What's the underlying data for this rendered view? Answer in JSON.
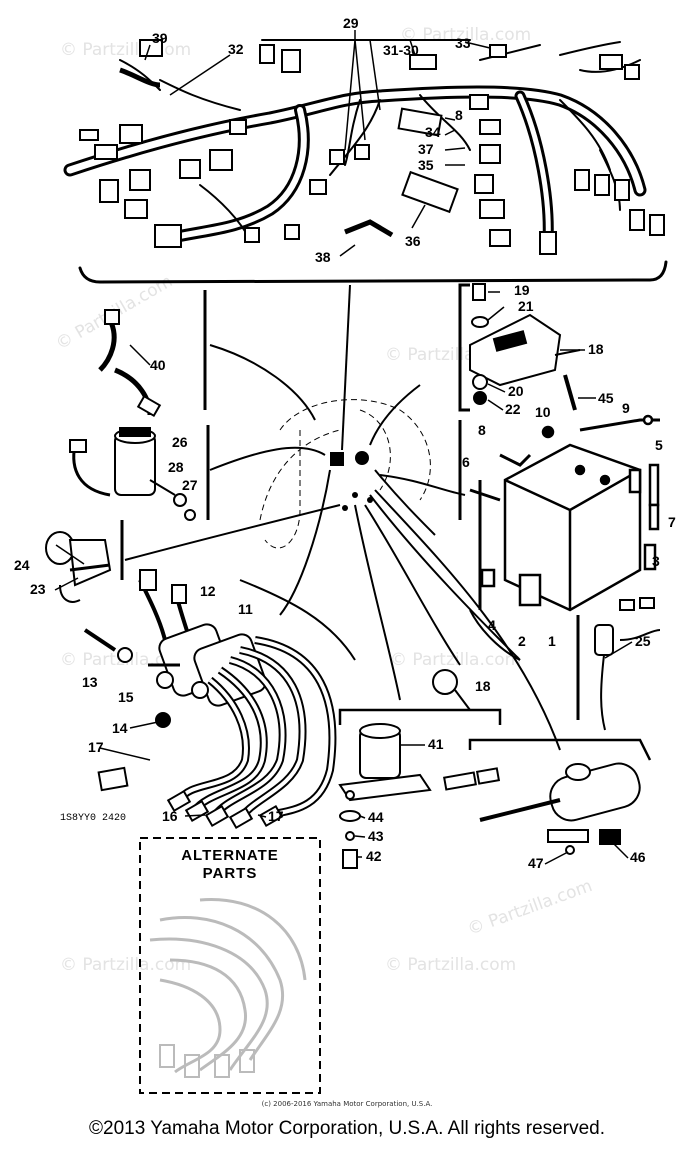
{
  "watermarks": [
    "© Partzilla.com",
    "© Partzilla.com",
    "© Partzilla.com",
    "© Partzilla.com",
    "© Partzilla.com",
    "© Partzilla.com",
    "© Partzilla.com",
    "© Partzilla.com",
    "© Partzilla.com"
  ],
  "callouts": {
    "c1": "1",
    "c2": "2",
    "c3": "3",
    "c4": "4",
    "c5": "5",
    "c6": "6",
    "c7": "7",
    "c8": "8",
    "c9": "9",
    "c10": "10",
    "c11": "11",
    "c12": "12",
    "c13": "13",
    "c14": "14",
    "c15": "15",
    "c16": "16",
    "c17a": "17",
    "c17b": "17",
    "c18a": "18",
    "c18b": "18",
    "c19": "19",
    "c20": "20",
    "c21": "21",
    "c22": "22",
    "c23": "23",
    "c24": "24",
    "c25": "25",
    "c26": "26",
    "c27": "27",
    "c28": "28",
    "c29": "29",
    "c3130": "31-30",
    "c33": "33",
    "c34": "34",
    "c35": "35",
    "c36": "36",
    "c37": "37",
    "c38": "38",
    "c39": "39",
    "c40": "40",
    "c41": "41",
    "c42": "42",
    "c43": "43",
    "c44": "44",
    "c45": "45",
    "c46": "46",
    "c47": "47",
    "c32": "32",
    "c8b": "8"
  },
  "alternate": {
    "line1": "ALTERNATE",
    "line2": "PARTS"
  },
  "part_code": "1S8YY0 2420",
  "small_copyright": "(c) 2006-2016 Yamaha Motor Corporation, U.S.A.",
  "footer": "©2013 Yamaha Motor Corporation, U.S.A. All rights reserved."
}
